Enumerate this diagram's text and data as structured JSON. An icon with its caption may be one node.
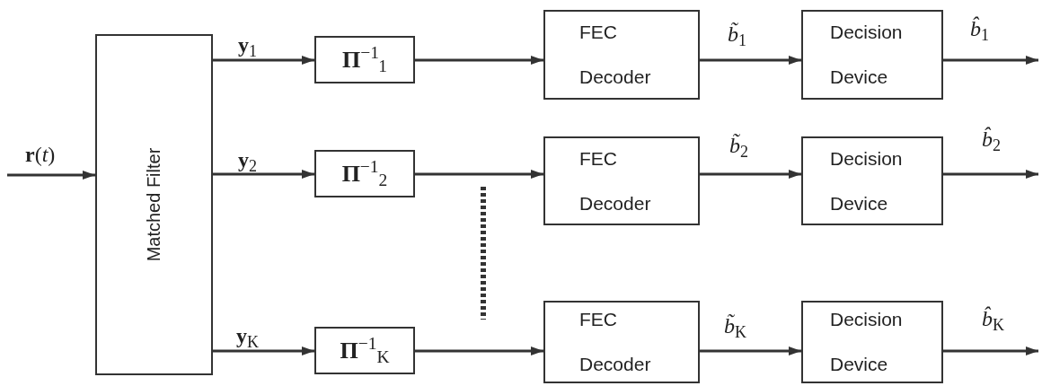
{
  "diagram": {
    "nodes": [
      {
        "text": [
          "Matched Filter"
        ]
      },
      {
        "text": [
          "**Π**$^{−1}$$_{1}$"
        ]
      },
      {
        "text": [
          "**Π**$^{−1}$$_{2}$"
        ]
      },
      {
        "text": [
          "**Π**$^{−1}$$_{K}$"
        ]
      },
      {
        "text": [
          "FEC Decoder"
        ]
      },
      {
        "text": [
          "FEC Decoder"
        ]
      },
      {
        "text": [
          "FEC Decoder"
        ]
      },
      {
        "text": [
          "Decision Device"
        ]
      },
      {
        "text": [
          "Decision Device"
        ]
      },
      {
        "text": [
          "Decision Device"
        ]
      }
    ],
    "edges": [
      {
        "from": null,
        "to": 0,
        "arrow": "to",
        "label": "**r**(*t*)"
      },
      {
        "from": 0,
        "to": 1,
        "arrow": "to",
        "label": "**y**$_{1}$"
      },
      {
        "from": 0,
        "to": 2,
        "arrow": "to",
        "label": "**y**$_{2}$"
      },
      {
        "from": 0,
        "to": 3,
        "arrow": "to",
        "label": "**y**$_{K}$"
      },
      {
        "from": 1,
        "to": 4,
        "arrow": "to"
      },
      {
        "from": 2,
        "to": 5,
        "arrow": "to"
      },
      {
        "from": 3,
        "to": 6,
        "arrow": "to"
      },
      {
        "from": 4,
        "to": 7,
        "arrow": "to",
        "label": "*b̃*$_{1}$"
      },
      {
        "from": 5,
        "to": 8,
        "arrow": "to",
        "label": "*b̃*$_{2}$"
      },
      {
        "from": 6,
        "to": 9,
        "arrow": "to",
        "label": "*b̃*$_{K}$"
      },
      {
        "from": 7,
        "to": null,
        "arrow": "to",
        "label": "*b̂*$_{1}$"
      },
      {
        "from": 8,
        "to": null,
        "arrow": "to",
        "label": "*b̂*$_{2}$"
      },
      {
        "from": 9,
        "to": null,
        "arrow": "to",
        "label": "*b̂*$_{K}$"
      }
    ]
  }
}
